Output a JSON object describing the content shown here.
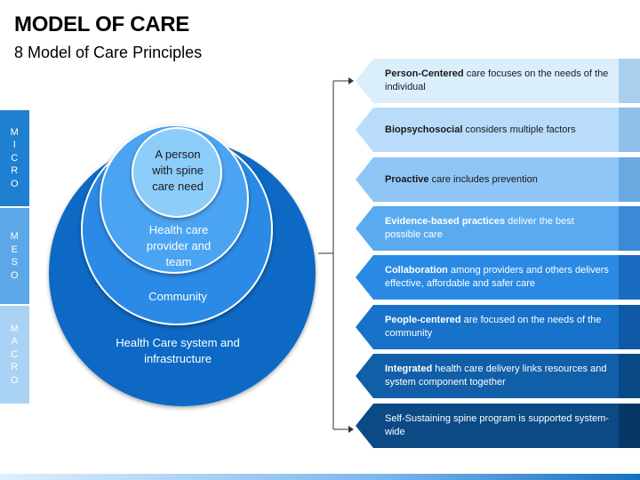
{
  "header": {
    "title": "MODEL OF CARE",
    "subtitle": "8 Model of Care Principles"
  },
  "levels": [
    {
      "letters": [
        "M",
        "I",
        "C",
        "R",
        "O"
      ],
      "color": "#1f7fd0"
    },
    {
      "letters": [
        "M",
        "E",
        "S",
        "O"
      ],
      "color": "#5ba7e8"
    },
    {
      "letters": [
        "M",
        "A",
        "C",
        "R",
        "O"
      ],
      "color": "#a9d2f4"
    }
  ],
  "circles": {
    "person": "A person with spine care need",
    "provider": "Health care provider and team",
    "community": "Community",
    "system": "Health Care system and infrastructure"
  },
  "principles": [
    {
      "bold": "Person-Centered",
      "rest": " care focuses on the needs of the individual",
      "face": "#dbeefc",
      "shade": "#a8cfee",
      "text_color": "#1a1a1a"
    },
    {
      "bold": "Biopsychosocial",
      "rest": " considers multiple factors",
      "face": "#b9dcfa",
      "shade": "#8fc0ea",
      "text_color": "#1a1a1a"
    },
    {
      "bold": "Proactive",
      "rest": " care includes prevention",
      "face": "#8fc6f7",
      "shade": "#6aa9e2",
      "text_color": "#1a1a1a"
    },
    {
      "bold": "Evidence-based practices",
      "rest": " deliver the best possible care",
      "face": "#5aaaf0",
      "shade": "#3a8ad6",
      "text_color": "#ffffff"
    },
    {
      "bold": "Collaboration",
      "rest": " among providers and others delivers effective, affordable and safer care",
      "face": "#2a8ae3",
      "shade": "#1a6cc0",
      "text_color": "#ffffff"
    },
    {
      "bold": "People-centered",
      "rest": " are focused on the needs of the community",
      "face": "#1872c9",
      "shade": "#1059a6",
      "text_color": "#ffffff"
    },
    {
      "bold": "Integrated",
      "rest": " health care delivery links resources and system component together",
      "face": "#115fa8",
      "shade": "#0b4886",
      "text_color": "#ffffff"
    },
    {
      "bold": "",
      "rest": "Self-Sustaining spine program is supported system-wide",
      "face": "#0b4a85",
      "shade": "#073765",
      "text_color": "#ffffff"
    }
  ]
}
